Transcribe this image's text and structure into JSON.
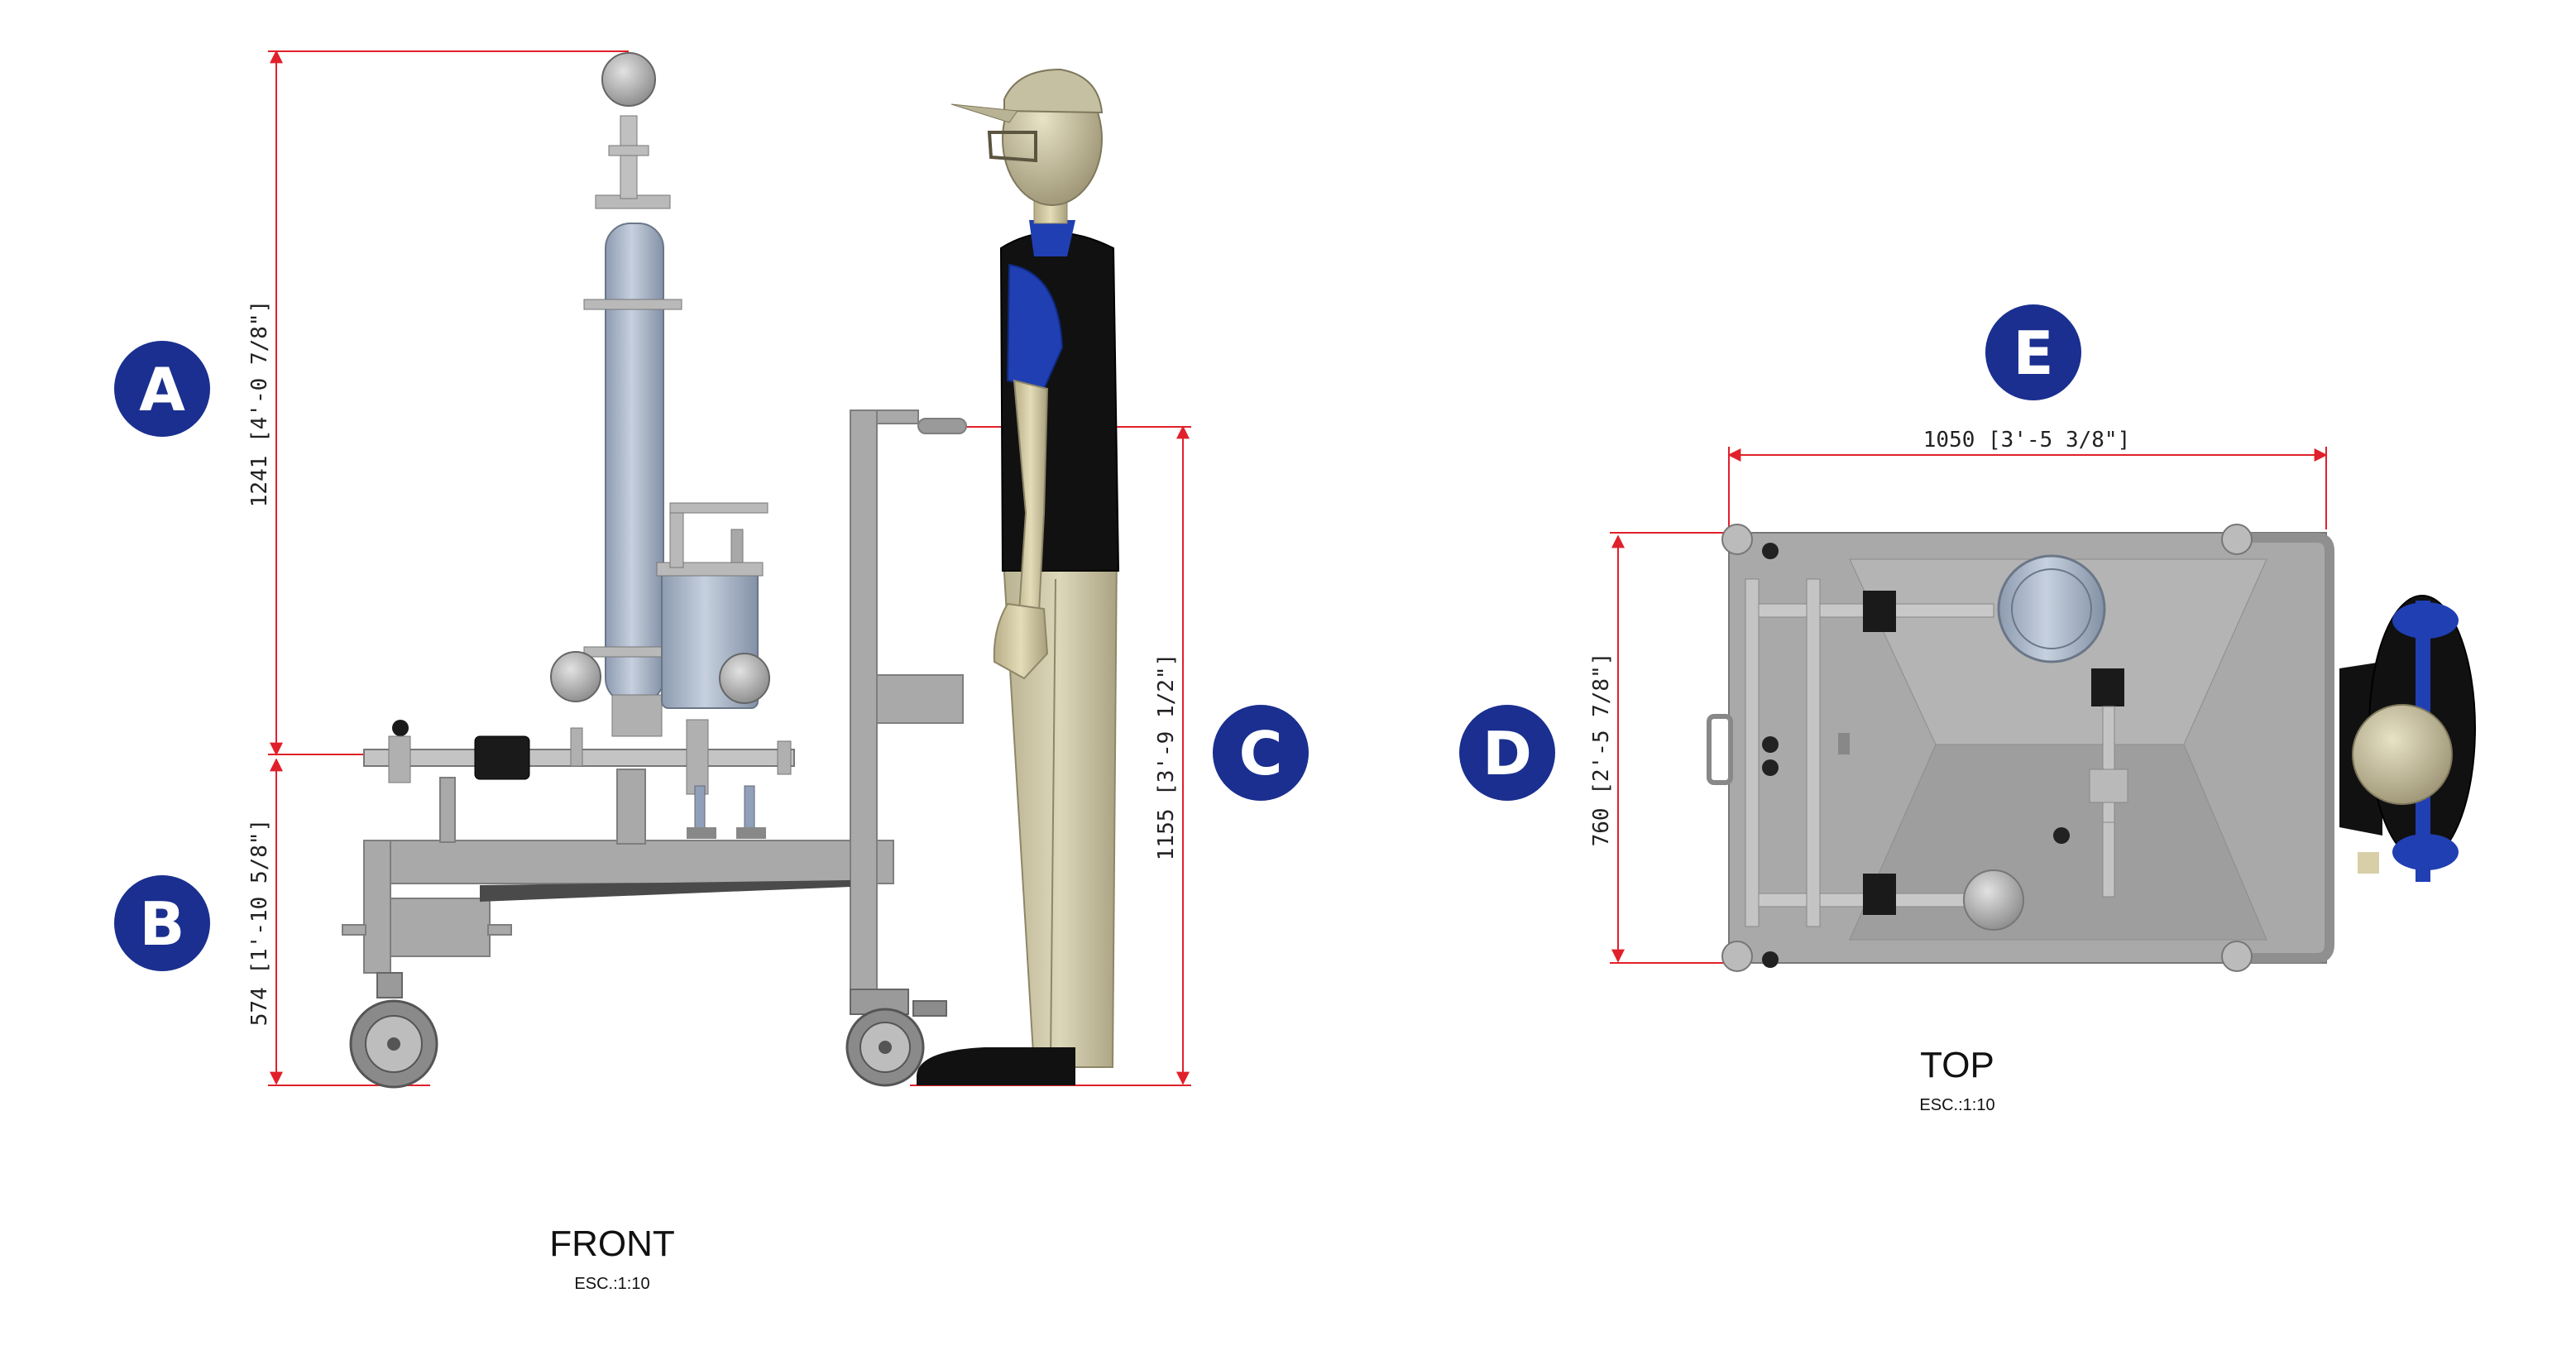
{
  "colors": {
    "badge": "#1a2f8f",
    "dimension_line": "#e0202a",
    "frame": "#a9a9a9",
    "vessel": "#a7b4c6",
    "shirt_blue": "#1f3fb3",
    "shirt_black": "#111111",
    "pants": "#cfc8a8",
    "skin": "#d8cfa8"
  },
  "front_view": {
    "title": "FRONT",
    "scale": "ESC.:1:10",
    "dimensions": {
      "A": "1241 [4'-0 7/8\"]",
      "B": "574 [1'-10 5/8\"]",
      "C": "1155 [3'-9 1/2\"]"
    }
  },
  "top_view": {
    "title": "TOP",
    "scale": "ESC.:1:10",
    "dimensions": {
      "D": "760 [2'-5 7/8\"]",
      "E": "1050 [3'-5 3/8\"]"
    }
  },
  "badges": [
    "A",
    "B",
    "C",
    "D",
    "E"
  ]
}
